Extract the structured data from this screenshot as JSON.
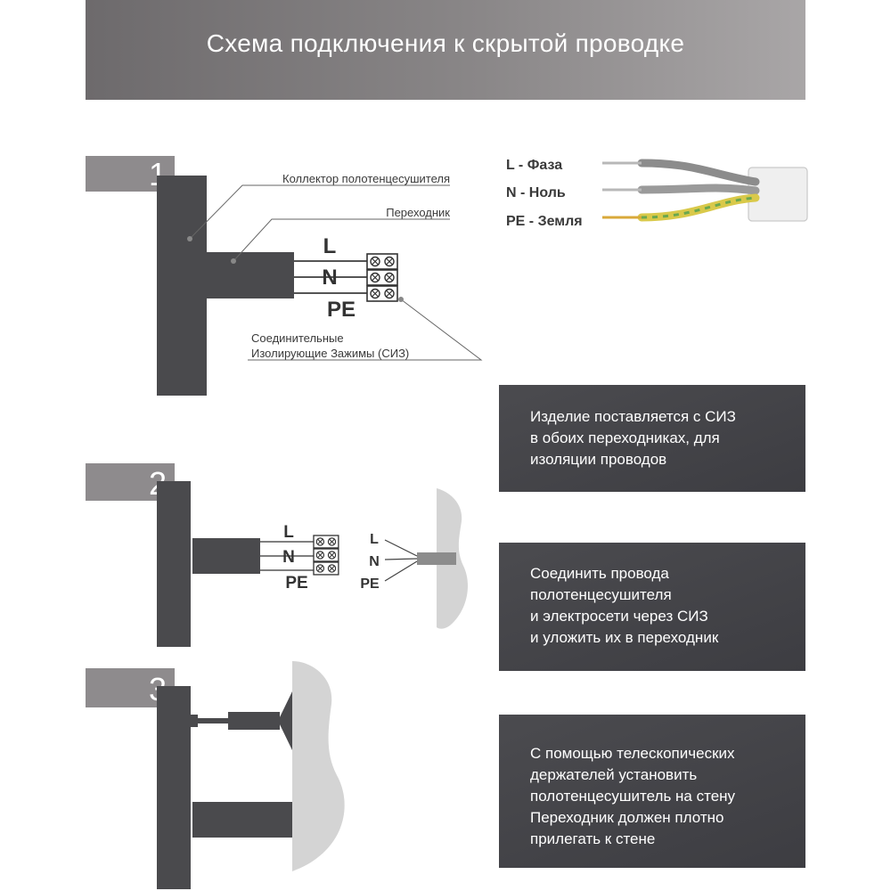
{
  "header": {
    "title": "Схема подключения к скрытой проводке"
  },
  "steps": [
    {
      "number": "1"
    },
    {
      "number": "2"
    },
    {
      "number": "3"
    }
  ],
  "step1": {
    "collector_label": "Коллектор полотенцесушителя",
    "adapter_label": "Переходник",
    "terminals_label_line1": "Соединительные",
    "terminals_label_line2": "Изолирующие Зажимы (СИЗ)",
    "wire_l": "L",
    "wire_n": "N",
    "wire_pe": "PE"
  },
  "step2": {
    "wire_l": "L",
    "wire_n": "N",
    "wire_pe": "PE",
    "wall_wire_l": "L",
    "wall_wire_n": "N",
    "wall_wire_pe": "PE"
  },
  "legend": {
    "phase": "L - Фаза",
    "neutral": "N - Ноль",
    "ground": "PE - Земля"
  },
  "info_boxes": [
    {
      "lines": [
        "Изделие поставляется с СИЗ",
        "в обоих переходниках, для",
        "изоляции проводов"
      ]
    },
    {
      "lines": [
        "Соединить провода",
        "полотенцесушителя",
        "и электросети через СИЗ",
        "и уложить их в переходник"
      ]
    },
    {
      "lines": [
        "С помощью телескопических",
        "держателей установить",
        "полотенцесушитель на стену",
        "Переходник должен плотно",
        "прилегать к стене"
      ]
    }
  ],
  "colors": {
    "dark_bar": "#4a4a4d",
    "grey_label_bg": "#8e8b8d",
    "wall_fill": "#d4d4d4",
    "cable_grey": "#8c8c8c",
    "ground_yellow": "#d9c94a",
    "ground_green": "#6aa84f"
  }
}
